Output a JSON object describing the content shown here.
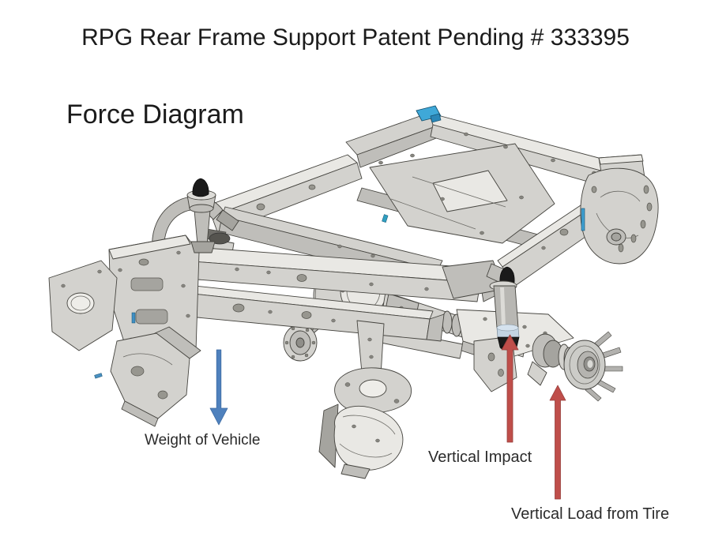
{
  "slide": {
    "title": "RPG Rear Frame Support Patent Pending # 333395",
    "heading": "Force Diagram"
  },
  "annotations": {
    "weight": {
      "label": "Weight of Vehicle",
      "direction": "down"
    },
    "impact": {
      "label": "Vertical Impact",
      "direction": "up"
    },
    "tire_load": {
      "label": "Vertical Load from Tire",
      "direction": "up"
    }
  },
  "colors": {
    "weight_arrow": "#4f81bd",
    "impact_arrow": "#bf4e4a",
    "tire_load_arrow": "#bf4e4a",
    "clip_highlight": "#3fa8d8",
    "background": "#ffffff"
  }
}
